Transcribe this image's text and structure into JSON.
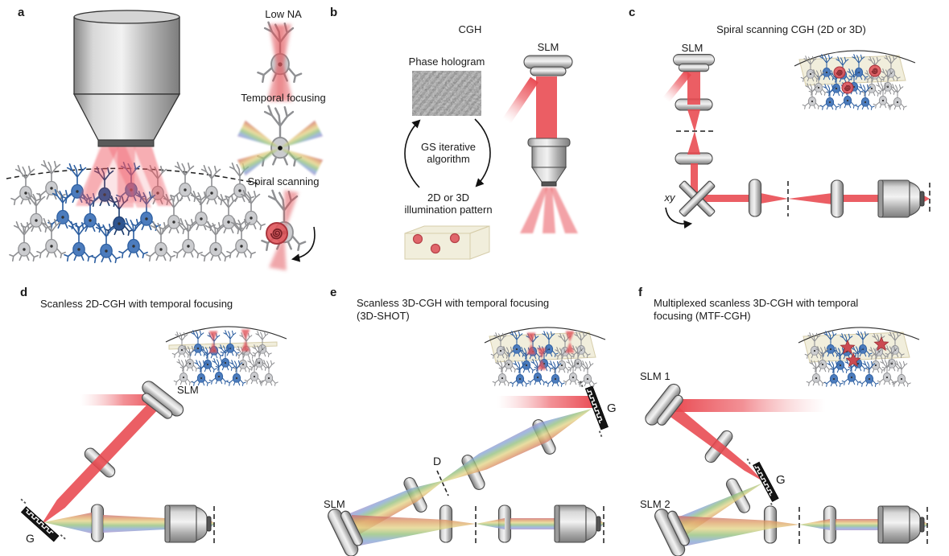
{
  "figure": {
    "panels": {
      "a": {
        "label": "a",
        "insets": [
          {
            "label": "Low NA"
          },
          {
            "label": "Temporal focusing"
          },
          {
            "label": "Spiral scanning"
          }
        ]
      },
      "b": {
        "label": "b",
        "title": "CGH",
        "slm_label": "SLM",
        "phase_hologram_label": "Phase hologram",
        "cycle_label_line1": "GS iterative",
        "cycle_label_line2": "algorithm",
        "pattern_label_line1": "2D or 3D",
        "pattern_label_line2": "illumination pattern"
      },
      "c": {
        "label": "c",
        "title": "Spiral scanning CGH (2D or 3D)",
        "slm_label": "SLM",
        "galvo_label": "xy"
      },
      "d": {
        "label": "d",
        "title": "Scanless 2D-CGH with temporal focusing",
        "slm_label": "SLM",
        "grating_label": "G"
      },
      "e": {
        "label": "e",
        "title_line1": "Scanless 3D-CGH with temporal focusing",
        "title_line2": "(3D-SHOT)",
        "slm_label": "SLM",
        "diffuser_label": "D",
        "grating_label": "G"
      },
      "f": {
        "label": "f",
        "title_line1": "Multiplexed scanless 3D-CGH with temporal",
        "title_line2": "focusing (MTF-CGH)",
        "slm1_label": "SLM 1",
        "slm2_label": "SLM 2",
        "grating_label": "G"
      }
    },
    "colors": {
      "beam_red": "#e8484f",
      "neuron_gray": "#cbcccf",
      "neuron_blue": "#4c7cbd",
      "tissue_slab": "#ece7cf",
      "metal_light": "#f2f2f2",
      "metal_dark": "#7d7d7d",
      "highlight_red": "#e0575c"
    }
  }
}
